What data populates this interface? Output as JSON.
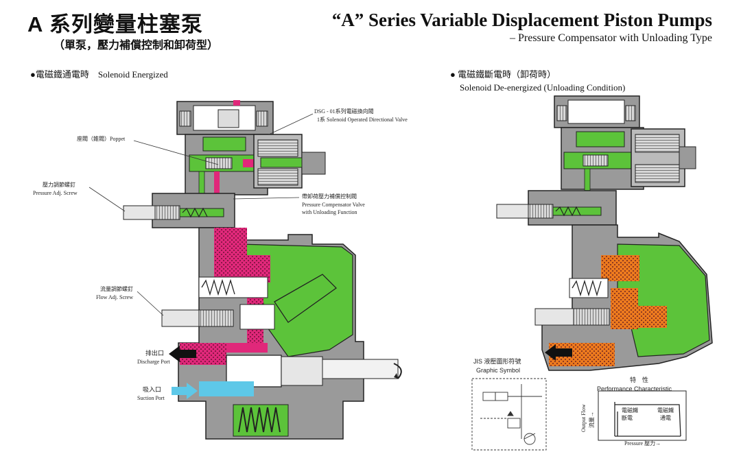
{
  "header": {
    "title_cn": "A 系列變量柱塞泵",
    "subtitle_cn": "（單泵，壓力補償控制和卸荷型）",
    "title_en": "“A” Series Variable Displacement Piston Pumps",
    "subtitle_en": "– Pressure Compensator with Unloading Type"
  },
  "left_section": {
    "heading": "●電磁鐵通電時　Solenoid Energized",
    "labels": {
      "solenoid_valve_cn": "DSG - 01系列電磁換向閥",
      "solenoid_valve_en": "1系 Solenoid Operated Directional Valve",
      "poppet": "座閥（錐閥）Poppet",
      "pressure_screw_cn": "壓力調節螺釘",
      "pressure_screw_en": "Pressure Adj. Screw",
      "comp_valve_cn": "帶卸荷壓力補償控制閥",
      "comp_valve_en1": "Pressure Compensator Valve",
      "comp_valve_en2": "with Unloading Function",
      "flow_screw_cn": "流量調節螺釘",
      "flow_screw_en": "Flow Adj. Screw",
      "discharge_cn": "排出口",
      "discharge_en": "Discharge Port",
      "suction_cn": "吸入口",
      "suction_en": "Suction Port"
    }
  },
  "right_section": {
    "heading_cn": "● 電磁鐵斷電時（卸荷時）",
    "heading_en": "Solenoid De-energized (Unloading Condition)"
  },
  "graphic_symbol": {
    "title_cn": "JIS 液壓圖形符號",
    "title_en": "Graphic Symbol"
  },
  "performance": {
    "title_cn": "特　性",
    "title_en": "Performance Characteristic",
    "ylabel_en": "Output Flow",
    "ylabel_cn": "流量→",
    "xlabel": "Pressure 壓力→",
    "label_left_1": "電磁鐵",
    "label_left_2": "斷電",
    "label_right_1": "電磁鐵",
    "label_right_2": "通電"
  },
  "colors": {
    "pressure_oil": "#e0287a",
    "low_pressure_oil": "#5cc33a",
    "suction_oil": "#5ec8e8",
    "unloading_oil": "#ec7a1e",
    "housing": "#9a9a9a"
  }
}
